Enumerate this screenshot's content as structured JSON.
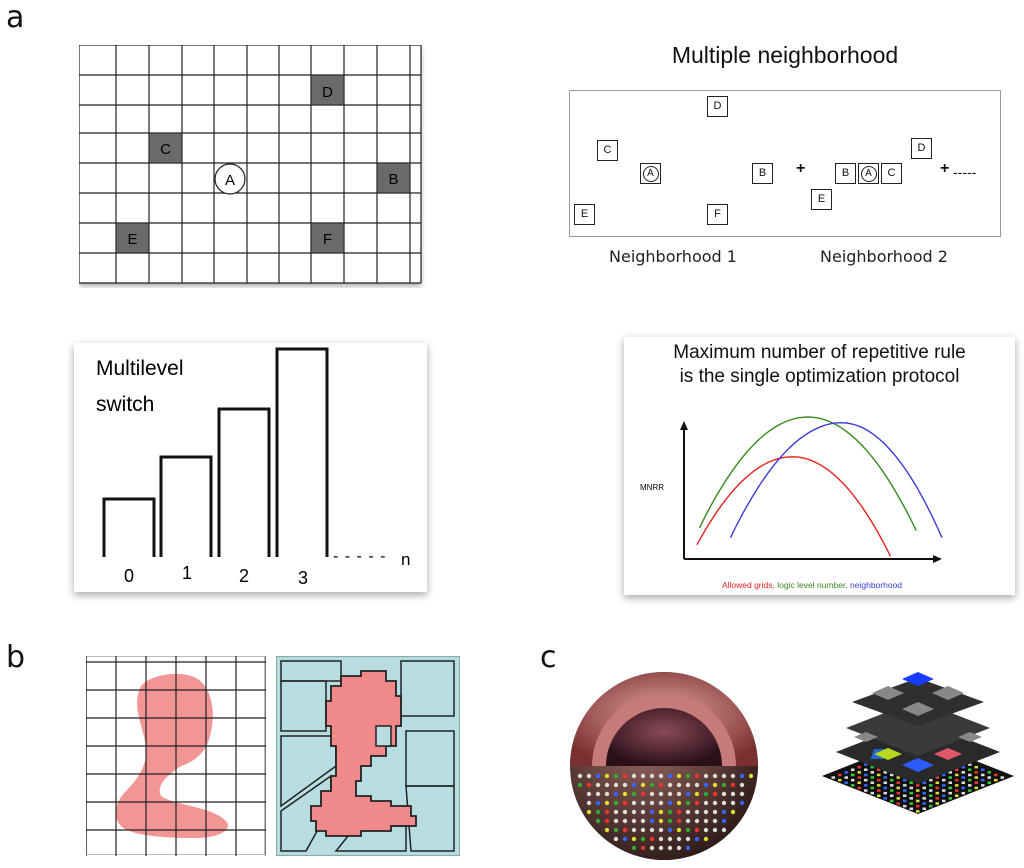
{
  "panel_labels": {
    "a": "a",
    "b": "b",
    "c": "c"
  },
  "grid": {
    "cells": [
      {
        "label": "D"
      },
      {
        "label": "C"
      },
      {
        "label": "A"
      },
      {
        "label": "B"
      },
      {
        "label": "E"
      },
      {
        "label": "F"
      }
    ]
  },
  "neighborhood": {
    "title": "Multiple neighborhood",
    "n1": {
      "D": "D",
      "C": "C",
      "A": "A",
      "B": "B",
      "E": "E",
      "F": "F"
    },
    "n2": {
      "B": "B",
      "A": "A",
      "C": "C",
      "D": "D",
      "E": "E"
    },
    "plus": "+",
    "dash": "-----",
    "label1": "Neighborhood 1",
    "label2": "Neighborhood 2"
  },
  "switch": {
    "title_line1": "Multilevel",
    "title_line2": "switch",
    "levels": [
      "0",
      "1",
      "2",
      "3"
    ],
    "dash": "- - - - -",
    "n": "n"
  },
  "mnrr_chart": {
    "title_line1": "Maximum number of repetitive rule",
    "title_line2": "is the single optimization protocol",
    "ylabel": "MNRR",
    "xlabel_parts": [
      {
        "text": "Allowed grids",
        "color": "#e8231f"
      },
      {
        "text": ", ",
        "color": "#e8231f"
      },
      {
        "text": "logic level number",
        "color": "#3a8a1f"
      },
      {
        "text": ", ",
        "color": "#3a8a1f"
      },
      {
        "text": "neighborhood",
        "color": "#3b3bd6"
      }
    ]
  },
  "chart_data": {
    "type": "line",
    "title": "Maximum number of repetitive rule is the single optimization protocol",
    "ylabel": "MNRR",
    "xlabel": "Allowed grids, logic level number, neighborhood",
    "series": [
      {
        "name": "Allowed grids",
        "color": "#e8231f",
        "peak_x": 0.42,
        "peak_y": 0.72,
        "x": [
          0.05,
          0.42,
          0.8
        ],
        "y": [
          0.1,
          0.72,
          0.02
        ]
      },
      {
        "name": "logic level number",
        "color": "#3a8a1f",
        "peak_x": 0.48,
        "peak_y": 1.0,
        "x": [
          0.06,
          0.48,
          0.9
        ],
        "y": [
          0.22,
          1.0,
          0.2
        ]
      },
      {
        "name": "neighborhood",
        "color": "#3b3bd6",
        "peak_x": 0.61,
        "peak_y": 0.96,
        "x": [
          0.18,
          0.61,
          1.0
        ],
        "y": [
          0.15,
          0.96,
          0.15
        ]
      }
    ]
  },
  "colors": {
    "cell_dark": "#6a6a6a",
    "region": "#f08a8a",
    "region_bg": "#b7dde0",
    "accent_blue": "#1a3cff"
  }
}
